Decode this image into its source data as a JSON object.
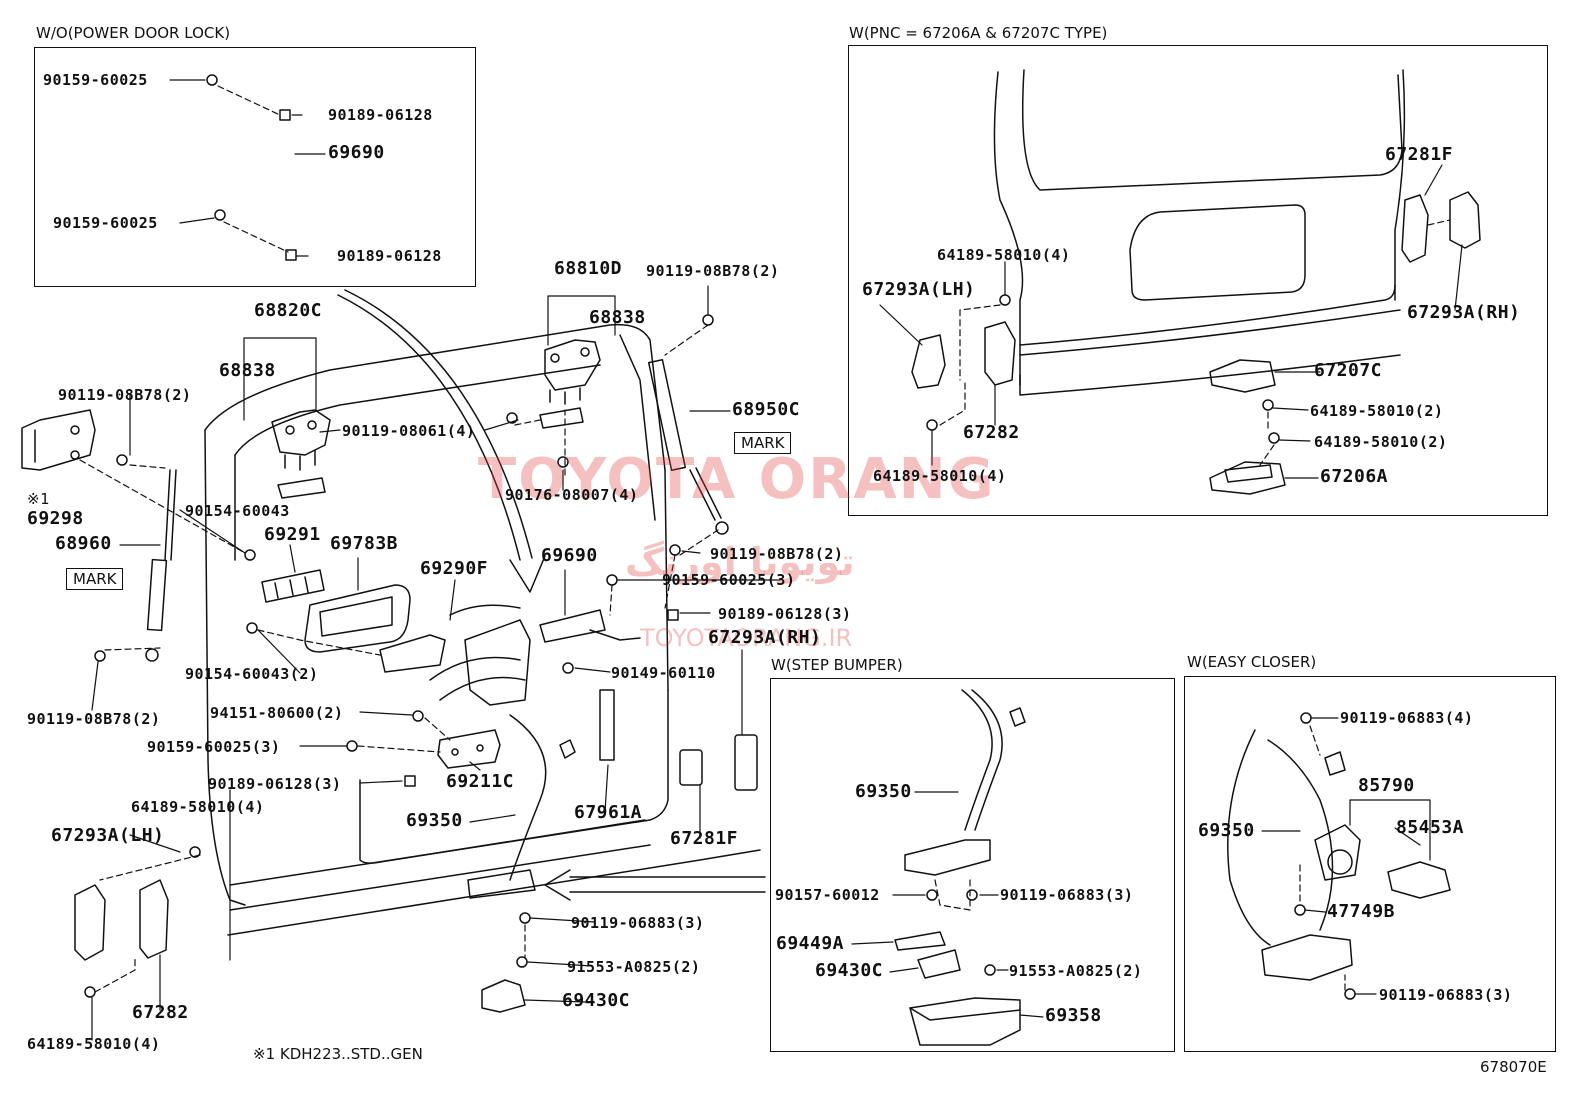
{
  "sections": {
    "wo_power_door_lock": "W/O(POWER DOOR LOCK)",
    "w_pnc": "W(PNC = 67206A & 67207C TYPE)",
    "w_step_bumper": "W(STEP BUMPER)",
    "w_easy_closer": "W(EASY CLOSER)"
  },
  "labels": {
    "p90159_60025_a": "90159-60025",
    "p90189_06128_a": "90189-06128",
    "p69690_a": "69690",
    "p90159_60025_b": "90159-60025",
    "p90189_06128_b": "90189-06128",
    "p68820C": "68820C",
    "p68838_a": "68838",
    "p68810D": "68810D",
    "p68838_b": "68838",
    "p90119_08B78_2a": "90119-08B78(2)",
    "p90119_08B78_2b": "90119-08B78(2)",
    "p90119_08061_4": "90119-08061(4)",
    "p68950C": "68950C",
    "p90176_08007_4": "90176-08007(4)",
    "mark_a": "MARK",
    "mark_b": "MARK",
    "p69298_note": "※1",
    "p69298": "69298",
    "p68960": "68960",
    "p90154_60043": "90154-60043",
    "p69291": "69291",
    "p69783B": "69783B",
    "p69290F": "69290F",
    "p69690_b": "69690",
    "p90119_08B78_2c": "90119-08B78(2)",
    "p90159_60025_3a": "90159-60025(3)",
    "p90189_06128_3a": "90189-06128(3)",
    "p67293A_RH_a": "67293A(RH)",
    "p90154_60043_2": "90154-60043(2)",
    "p90149_60110": "90149-60110",
    "p90119_08B78_2d": "90119-08B78(2)",
    "p94151_80600_2": "94151-80600(2)",
    "p90159_60025_3b": "90159-60025(3)",
    "p90189_06128_3b": "90189-06128(3)",
    "p69211C": "69211C",
    "p64189_58010_4a": "64189-58010(4)",
    "p67293A_LH_a": "67293A(LH)",
    "p69350_a": "69350",
    "p67961A": "67961A",
    "p67281F_a": "67281F",
    "p90119_06883_3a": "90119-06883(3)",
    "p91553_A0825_2a": "91553-A0825(2)",
    "p69430C_a": "69430C",
    "p67282_a": "67282",
    "p64189_58010_4b": "64189-58010(4)",
    "footnote": "※1 KDH223..STD..GEN",
    "p67281F_b": "67281F",
    "p64189_58010_4c": "64189-58010(4)",
    "p67293A_LH_b": "67293A(LH)",
    "p67293A_RH_b": "67293A(RH)",
    "p67282_b": "67282",
    "p64189_58010_4d": "64189-58010(4)",
    "p67207C": "67207C",
    "p64189_58010_2a": "64189-58010(2)",
    "p64189_58010_2b": "64189-58010(2)",
    "p67206A": "67206A",
    "p69350_b": "69350",
    "p90157_60012": "90157-60012",
    "p90119_06883_3b": "90119-06883(3)",
    "p69449A": "69449A",
    "p69430C_b": "69430C",
    "p91553_A0825_2b": "91553-A0825(2)",
    "p69358": "69358",
    "p90119_06883_4": "90119-06883(4)",
    "p85790": "85790",
    "p69350_c": "69350",
    "p85453A": "85453A",
    "p47749B": "47749B",
    "p90119_06883_3c": "90119-06883(3)",
    "diagram_code": "678070E"
  },
  "watermark": {
    "brand": "TOYOTA ORANG",
    "persian": "تویوتا اورنگ",
    "site": "TOYOTAORANG.IR",
    "color": "#e13c3c"
  }
}
